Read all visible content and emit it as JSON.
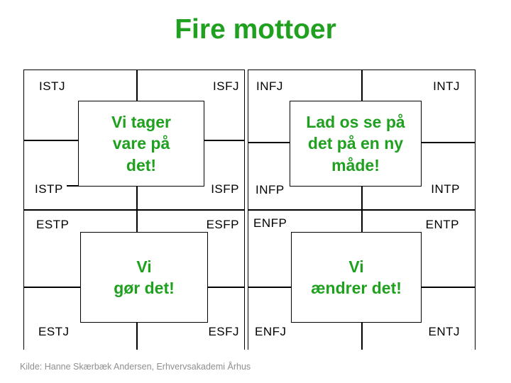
{
  "slide": {
    "title": "Fire mottoer",
    "footer": "Kilde: Hanne Skærbæk Andersen, Erhvervsakademi Århus"
  },
  "colors": {
    "title_green": "#1FA01F",
    "motto_green": "#1FA01F",
    "grid_black": "#000000",
    "footer_gray": "#8F8F8F"
  },
  "types": {
    "istj": "ISTJ",
    "isfj": "ISFJ",
    "infj": "INFJ",
    "intj": "INTJ",
    "istp": "ISTP",
    "isfp": "ISFP",
    "infp": "INFP",
    "intp": "INTP",
    "estp": "ESTP",
    "esfp": "ESFP",
    "enfp": "ENFP",
    "entp": "ENTP",
    "estj": "ESTJ",
    "esfj": "ESFJ",
    "enfj": "ENFJ",
    "entj": "ENTJ"
  },
  "mottoes": {
    "take_care": {
      "text": "Vi tager vare på det!",
      "lines": [
        "Vi tager",
        "vare på",
        "det!"
      ]
    },
    "new_way": {
      "text": "Lad os se på det på en ny måde!",
      "lines": [
        "Lad os se på",
        "det på en ny",
        "måde!"
      ]
    },
    "do_it": {
      "text": "Vi gør det!",
      "lines": [
        "Vi",
        "gør det!"
      ]
    },
    "change_it": {
      "text": "Vi ændrer det!",
      "lines": [
        "Vi",
        "ændrer det!"
      ]
    }
  }
}
